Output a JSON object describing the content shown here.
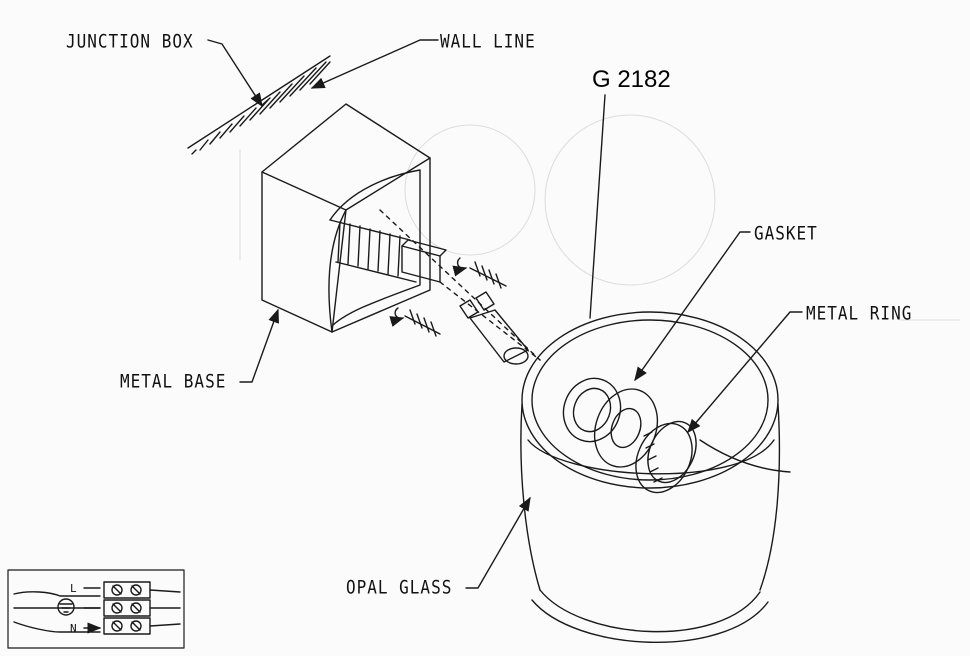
{
  "model_number": "G 2182",
  "labels": {
    "junction_box": "JUNCTION BOX",
    "wall_line": "WALL LINE",
    "gasket": "GASKET",
    "metal_ring": "METAL RING",
    "metal_base": "METAL BASE",
    "opal_glass": "OPAL GLASS"
  },
  "wiring_legend": {
    "live": "L",
    "neutral": "N"
  },
  "line_color": "#1a1a1a"
}
